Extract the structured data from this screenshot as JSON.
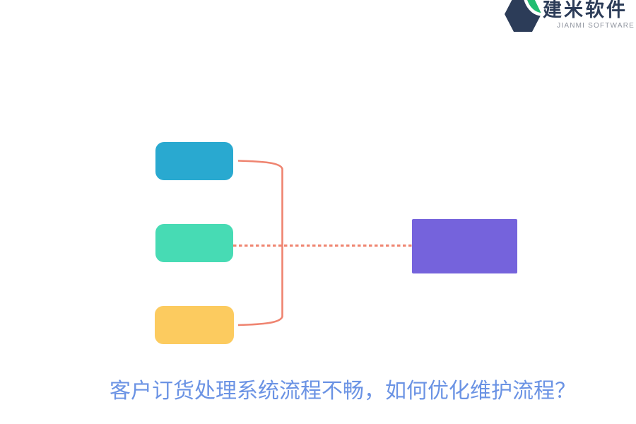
{
  "logo": {
    "name_cn": "建米软件",
    "name_en": "JIANMI SOFTWARE",
    "mark_navy": "#2C3C58",
    "mark_green": "#21BD70",
    "text_cn_color": "#2C3C58",
    "text_en_color": "#8F949E"
  },
  "diagram": {
    "connector_color": "#EF8470",
    "nodes": [
      {
        "id": "top-left",
        "label": "",
        "color": "#29A9D0"
      },
      {
        "id": "middle-left",
        "label": "",
        "color": "#47DBB4"
      },
      {
        "id": "bottom-left",
        "label": "",
        "color": "#FCCB5F"
      },
      {
        "id": "right",
        "label": "",
        "color": "#7563DC"
      }
    ]
  },
  "caption": {
    "text": "客户订货处理系统流程不畅，如何优化维护流程？",
    "color": "#6B93E4"
  }
}
